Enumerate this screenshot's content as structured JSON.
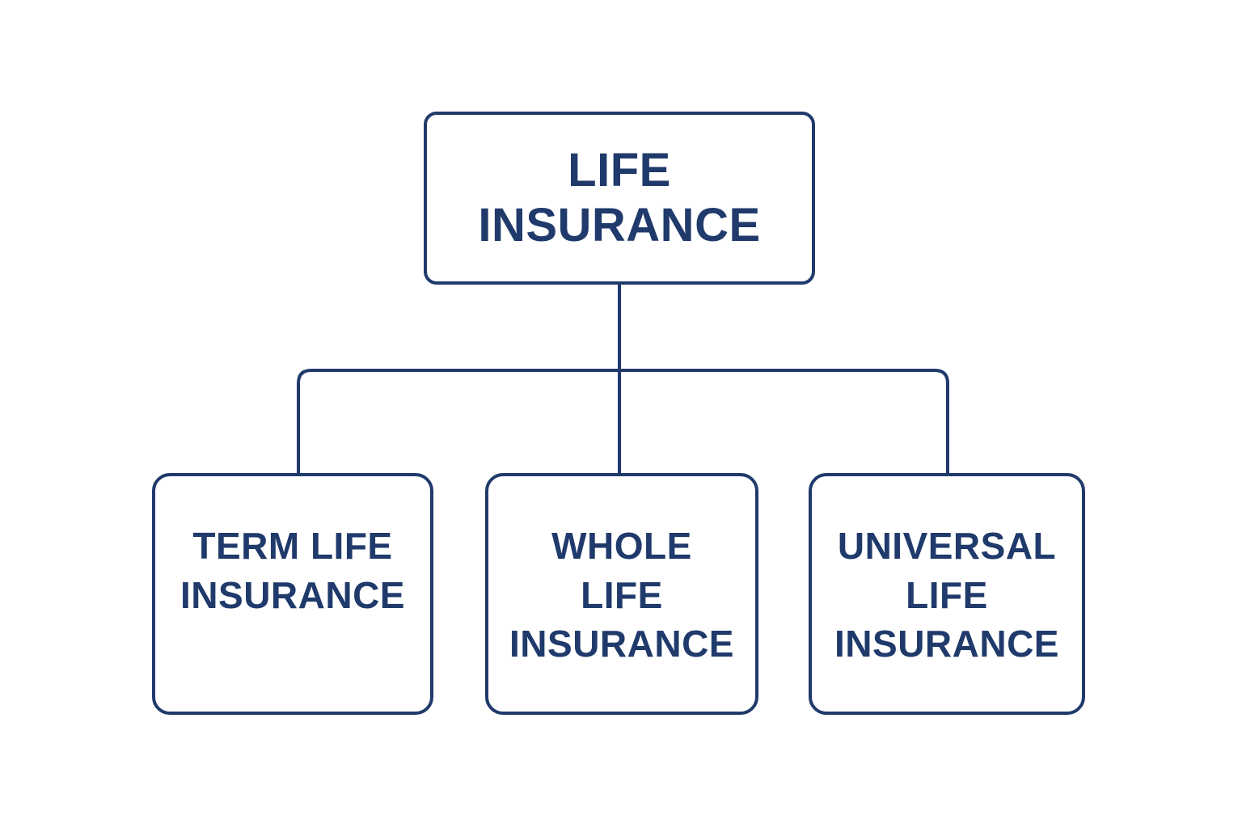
{
  "diagram": {
    "type": "hierarchy-tree",
    "orientation": "top-down",
    "background_color": "#ffffff",
    "line_color": "#1f3a6b",
    "text_color": "#1f3a6b",
    "root": {
      "id": "life-insurance",
      "label": "LIFE\nINSURANCE"
    },
    "children": [
      {
        "id": "term-life-insurance",
        "label": "TERM LIFE\nINSURANCE"
      },
      {
        "id": "whole-life-insurance",
        "label": "WHOLE\nLIFE\nINSURANCE"
      },
      {
        "id": "universal-life-insurance",
        "label": "UNIVERSAL\nLIFE\nINSURANCE"
      }
    ]
  }
}
